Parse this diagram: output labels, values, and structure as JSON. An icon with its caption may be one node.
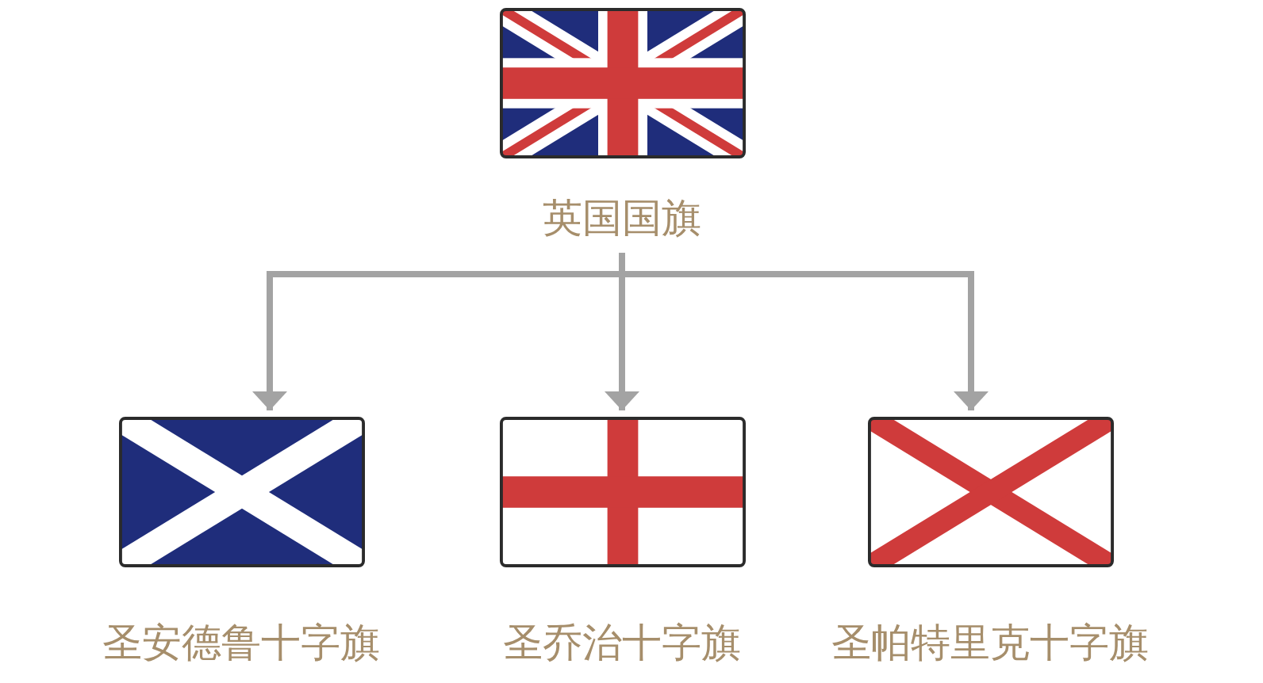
{
  "diagram": {
    "nodes": [
      {
        "text": [
          "英国国旗"
        ]
      },
      {
        "text": [
          "圣安德鲁十字旗"
        ]
      },
      {
        "text": [
          "圣乔治十字旗"
        ]
      },
      {
        "text": [
          "圣帕特里克十字旗"
        ]
      }
    ],
    "edges": [
      {
        "from": 0,
        "to": 1,
        "arrow": "to"
      },
      {
        "from": 0,
        "to": 2,
        "arrow": "to"
      },
      {
        "from": 0,
        "to": 3,
        "arrow": "to"
      }
    ]
  }
}
